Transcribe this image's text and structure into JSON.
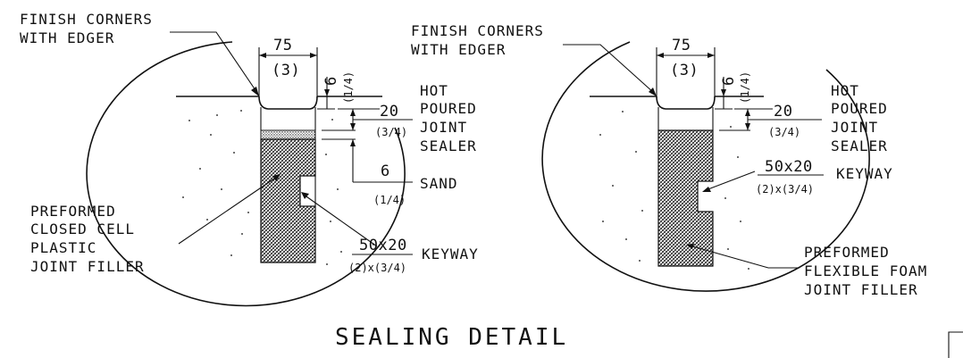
{
  "title": "SEALING DETAIL",
  "left_detail": {
    "finish_corners_l1": "FINISH CORNERS",
    "finish_corners_l2": "WITH EDGER",
    "width_dim": "75",
    "width_dim_in": "(3)",
    "depth_dim": "6",
    "depth_dim_in": "(1/4)",
    "sealer_dim": "20",
    "sealer_dim_in": "(3/4)",
    "sealer_l1": "HOT",
    "sealer_l2": "POURED",
    "sealer_l3": "JOINT",
    "sealer_l4": "SEALER",
    "sand_dim": "6",
    "sand_dim_in": "(1/4)",
    "sand_label": "SAND",
    "filler_l1": "PREFORMED",
    "filler_l2": "CLOSED CELL",
    "filler_l3": "PLASTIC",
    "filler_l4": "JOINT FILLER",
    "keyway_dim": "50x20",
    "keyway_dim_in": "(2)x(3/4)",
    "keyway_label": "KEYWAY"
  },
  "right_detail": {
    "finish_corners_l1": "FINISH CORNERS",
    "finish_corners_l2": "WITH EDGER",
    "width_dim": "75",
    "width_dim_in": "(3)",
    "depth_dim": "6",
    "depth_dim_in": "(1/4)",
    "sealer_dim": "20",
    "sealer_dim_in": "(3/4)",
    "sealer_l1": "HOT",
    "sealer_l2": "POURED",
    "sealer_l3": "JOINT",
    "sealer_l4": "SEALER",
    "keyway_dim": "50x20",
    "keyway_dim_in": "(2)x(3/4)",
    "keyway_label": "KEYWAY",
    "filler_l1": "PREFORMED",
    "filler_l2": "FLEXIBLE FOAM",
    "filler_l3": "JOINT FILLER"
  }
}
